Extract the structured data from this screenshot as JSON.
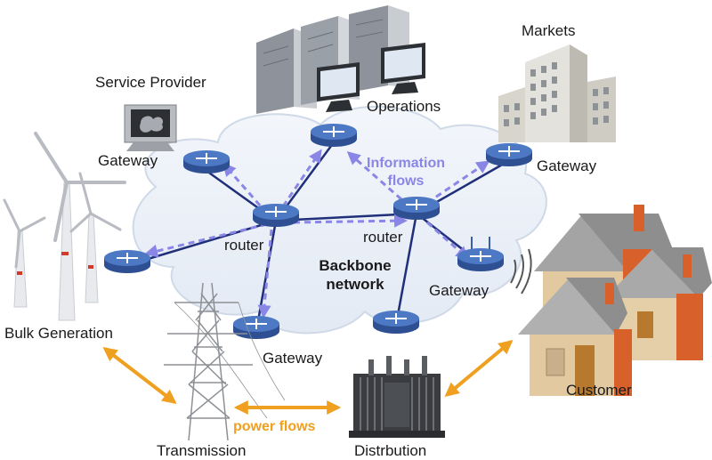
{
  "labels": {
    "service_provider": "Service Provider",
    "operations": "Operations",
    "markets": "Markets",
    "gateway_top_left": "Gateway",
    "gateway_top_right": "Gateway",
    "gateway_right": "Gateway",
    "gateway_bottom": "Gateway",
    "router_left": "router",
    "router_right": "router",
    "backbone_line1": "Backbone",
    "backbone_line2": "network",
    "information_line1": "Information",
    "information_line2": "flows",
    "bulk_generation": "Bulk Generation",
    "transmission": "Transmission",
    "power_flows": "power flows",
    "distribution": "Distrbution",
    "customer": "Customer"
  },
  "colors": {
    "cloud": "#e8eef7",
    "cloud_edge": "#cfd9e8",
    "router": "#3a5fa8",
    "backbone_link": "#1f2f7a",
    "information_flow": "#8a86e6",
    "power_flow": "#f0a020",
    "house_wall": "#e2c9a0",
    "house_roof": "#9a9a9a",
    "chimney": "#d8602a"
  },
  "icons": [
    "router-icon",
    "server-icon",
    "building-icon",
    "computer-icon",
    "wind-turbine-icon",
    "pylon-icon",
    "transformer-icon",
    "house-icon",
    "wireless-icon"
  ]
}
